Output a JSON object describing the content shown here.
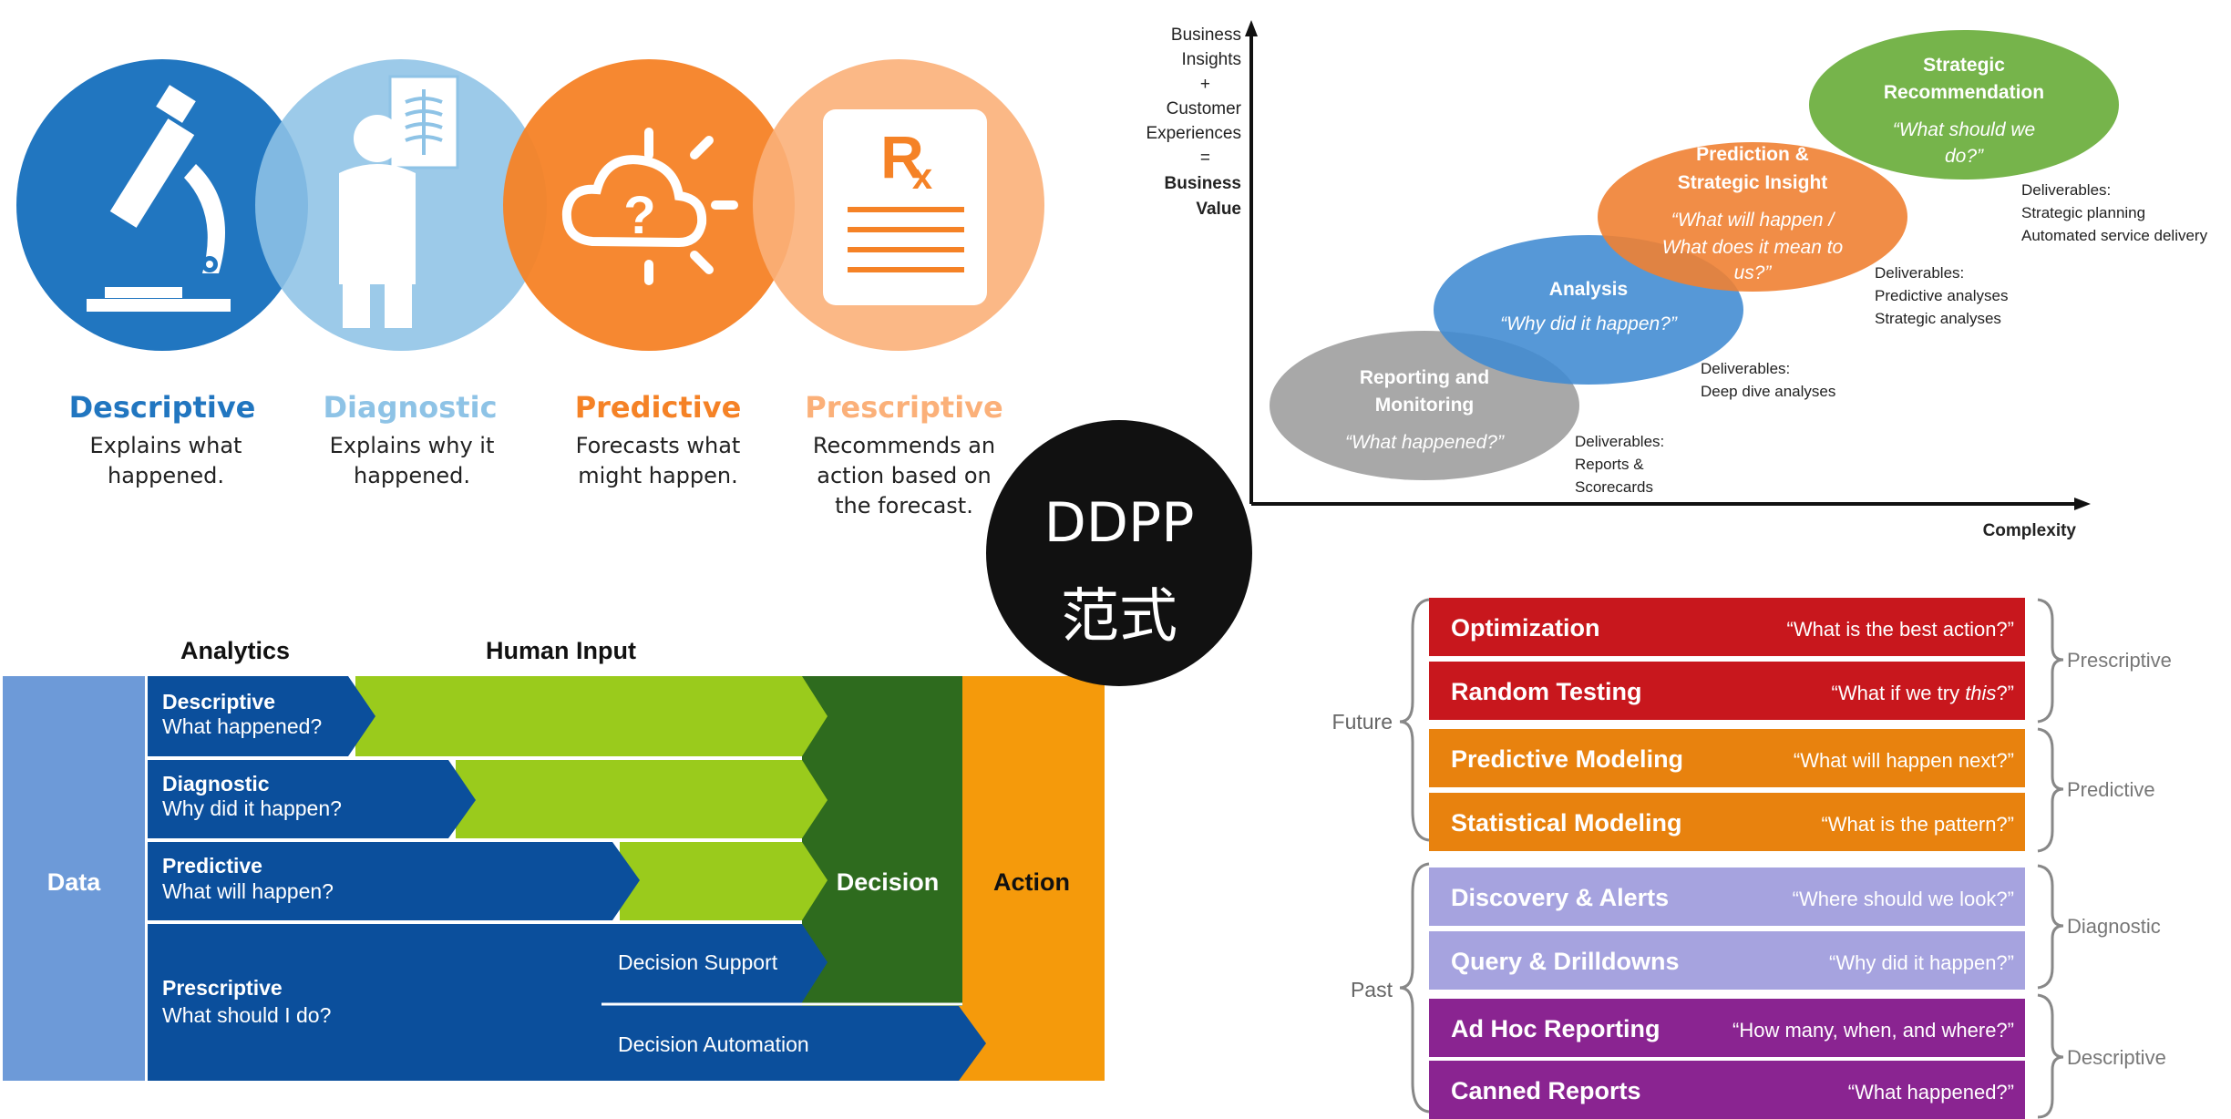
{
  "center_badge": {
    "line1": "DDPP",
    "line2": "范式"
  },
  "q1": {
    "items": [
      {
        "title": "Descriptive",
        "desc1": "Explains what",
        "desc2": "happened.",
        "desc3": ""
      },
      {
        "title": "Diagnostic",
        "desc1": "Explains why it",
        "desc2": "happened.",
        "desc3": ""
      },
      {
        "title": "Predictive",
        "desc1": "Forecasts what",
        "desc2": "might happen.",
        "desc3": ""
      },
      {
        "title": "Prescriptive",
        "desc1": "Recommends an",
        "desc2": "action based on",
        "desc3": "the forecast."
      }
    ],
    "icons": [
      "microscope-icon",
      "doctor-xray-icon",
      "cloud-question-sun-icon",
      "prescription-icon"
    ],
    "colors": [
      "#2176c0",
      "#8ec3e6",
      "#f58226",
      "#fbb079"
    ]
  },
  "q2": {
    "y_label": [
      "Business",
      "Insights",
      "+",
      "Customer",
      "Experiences",
      "=",
      "Business",
      "Value"
    ],
    "x_label": "Complexity",
    "stages": [
      {
        "title1": "Reporting and",
        "title2": "Monitoring",
        "quote1": "“What happened?”",
        "quote2": "",
        "deliverables": [
          "Deliverables:",
          "Reports &",
          "Scorecards"
        ]
      },
      {
        "title1": "Analysis",
        "title2": "",
        "quote1": "“Why did it happen?”",
        "quote2": "",
        "deliverables": [
          "Deliverables:",
          "Deep dive analyses"
        ]
      },
      {
        "title1": "Prediction &",
        "title2": "Strategic Insight",
        "quote1": "“What will happen /",
        "quote2": "What does it mean to",
        "quote3": "us?”",
        "deliverables": [
          "Deliverables:",
          "Predictive analyses",
          "Strategic analyses"
        ]
      },
      {
        "title1": "Strategic",
        "title2": "Recommendation",
        "quote1": "“What should we",
        "quote2": "do?”",
        "deliverables": [
          "Deliverables:",
          "Strategic planning",
          "Automated service delivery"
        ]
      }
    ]
  },
  "q3": {
    "col_analytics": "Analytics",
    "col_human": "Human Input",
    "data_label": "Data",
    "decision_label": "Decision",
    "action_label": "Action",
    "rows": [
      {
        "title": "Descriptive",
        "question": "What happened?"
      },
      {
        "title": "Diagnostic",
        "question": "Why did it happen?"
      },
      {
        "title": "Predictive",
        "question": "What will happen?"
      },
      {
        "title": "Prescriptive",
        "question": "What should I do?"
      }
    ],
    "decision_support": "Decision Support",
    "decision_automation": "Decision Automation"
  },
  "q4": {
    "time_labels": [
      "Future",
      "Past"
    ],
    "category_labels": [
      "Prescriptive",
      "Predictive",
      "Diagnostic",
      "Descriptive"
    ],
    "rows": [
      {
        "name": "Optimization",
        "q_pre": "“What is the best action?”",
        "q_em": "",
        "q_post": "",
        "color": "#c8171d"
      },
      {
        "name": "Random Testing",
        "q_pre": "“What if we try ",
        "q_em": "this",
        "q_post": "?”",
        "color": "#c8171d"
      },
      {
        "name": "Predictive Modeling",
        "q_pre": "“What will happen next?”",
        "q_em": "",
        "q_post": "",
        "color": "#e8820e"
      },
      {
        "name": "Statistical Modeling",
        "q_pre": "“What is the pattern?”",
        "q_em": "",
        "q_post": "",
        "color": "#e8820e"
      },
      {
        "name": "Discovery & Alerts",
        "q_pre": "“Where should we look?”",
        "q_em": "",
        "q_post": "",
        "color": "#a6a3df"
      },
      {
        "name": "Query & Drilldowns",
        "q_pre": "“Why did it happen?”",
        "q_em": "",
        "q_post": "",
        "color": "#a6a3df"
      },
      {
        "name": "Ad Hoc Reporting",
        "q_pre": "“How many, when, and where?”",
        "q_em": "",
        "q_post": "",
        "color": "#8a2491"
      },
      {
        "name": "Canned Reports",
        "q_pre": "“What happened?”",
        "q_em": "",
        "q_post": "",
        "color": "#8a2491"
      }
    ]
  }
}
